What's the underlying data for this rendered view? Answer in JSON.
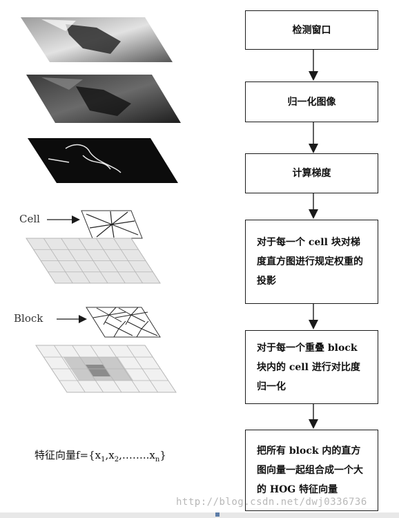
{
  "steps": [
    "检测窗口",
    "归一化图像",
    "计算梯度",
    "对于每一个 cell 块对梯度直方图进行规定权重的投影",
    "对于每一个重叠 block 块内的 cell 进行对比度归一化",
    "把所有 block 内的直方图向量一起组合成一个大的 HOG 特征向量"
  ],
  "labels": {
    "cell": "Cell",
    "block": "Block"
  },
  "feature": {
    "prefix": "特征向量f={x",
    "sub1": "1",
    "mid": ",x",
    "sub2": "2",
    "dots": ",……..x",
    "subn": "n",
    "suffix": "}"
  },
  "watermark": "http://blog.csdn.net/dwj0336736",
  "colors": {
    "box_border": "#1a1a1a",
    "arrow": "#1a1a1a",
    "grid_fill": "#e6e6e6",
    "grid_line": "#b5b5b5",
    "block_highlight": "#8c8c8c"
  }
}
